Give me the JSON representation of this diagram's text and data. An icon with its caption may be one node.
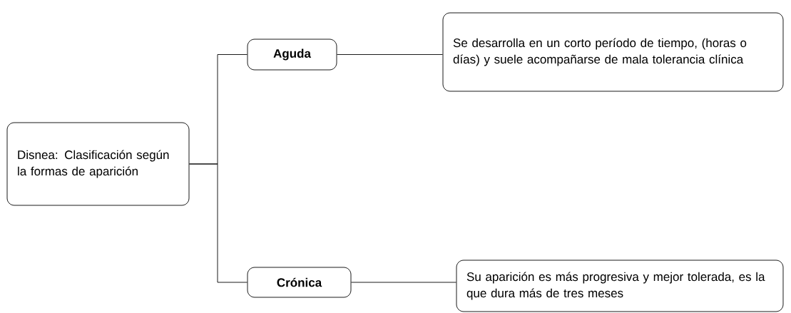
{
  "diagram": {
    "nodes": [
      {
        "text": [
          "Disnea: Clasificación según la formas de aparición"
        ]
      },
      {
        "text": [
          "Aguda"
        ]
      },
      {
        "text": [
          "Crónica"
        ]
      },
      {
        "text": [
          "Se desarrolla en un corto período de tiempo, (horas o días) y suele acompañarse de mala tolerancia clínica"
        ]
      },
      {
        "text": [
          "Su aparición es más progresiva y mejor tolerada, es la que dura más de tres meses"
        ]
      }
    ],
    "edges": [
      {
        "from": 0,
        "to": 1,
        "arrow": "none"
      },
      {
        "from": 0,
        "to": 2,
        "arrow": "none"
      },
      {
        "from": 1,
        "to": 3,
        "arrow": "none"
      },
      {
        "from": 2,
        "to": 4,
        "arrow": "none"
      }
    ]
  }
}
